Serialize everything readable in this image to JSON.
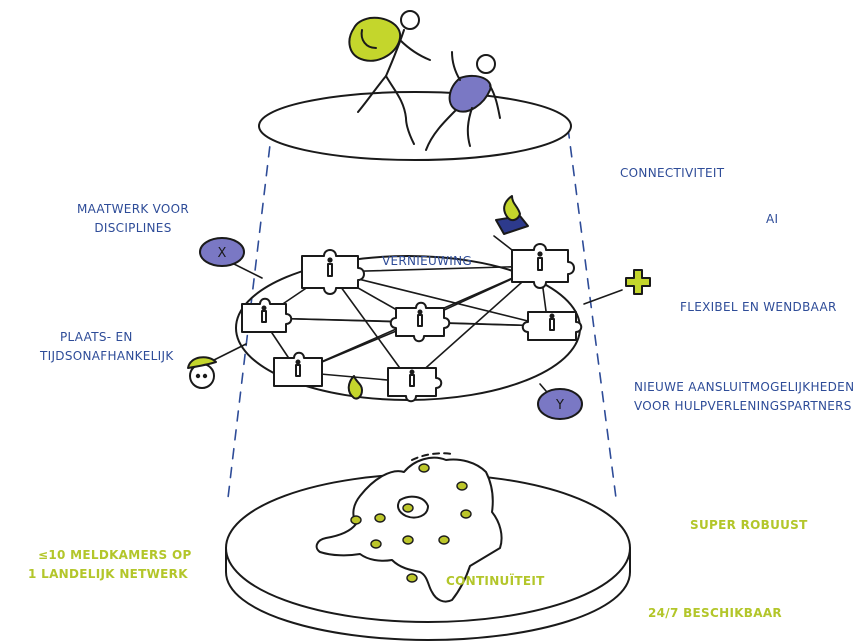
{
  "labels": {
    "maatwerk": [
      "MAATWERK VOOR",
      "DISCIPLINES"
    ],
    "plaats": [
      "PLAATS- EN",
      "TIJDSONAFHANKELIJK"
    ],
    "vernieuwing": "VERNIEUWING",
    "connectiviteit": "CONNECTIVITEIT",
    "ai": "AI",
    "flexibel": "FLEXIBEL EN WENDBAAR",
    "nieuwe": [
      "NIEUWE AANSLUITMOGELIJKHEDEN",
      "VOOR HULPVERLENINGSPARTNERS"
    ],
    "meldkamers": [
      "≤10 MELDKAMERS OP",
      "1 LANDELIJK NETWERK"
    ],
    "continuiteit": "CONTINUÏTEIT",
    "robuust": "SUPER ROBUUST",
    "beschikbaar": "24/7 BESCHIKBAAR"
  },
  "badges": {
    "x": "X",
    "y": "Y"
  },
  "colors": {
    "ink": "#1a1a1a",
    "blue_text": "#2e4c98",
    "purple": "#7a78c4",
    "lime": "#c4d62c",
    "navy": "#2d3a8c",
    "olive": "#bcc62a"
  }
}
